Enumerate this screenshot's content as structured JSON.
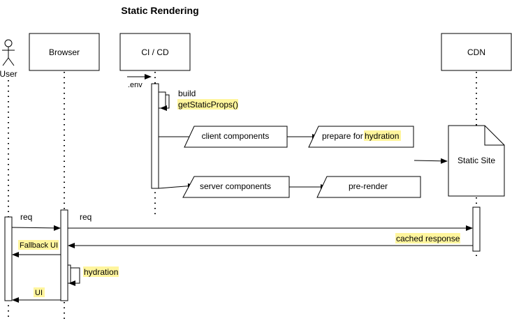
{
  "title": "Static Rendering",
  "participants": {
    "user": "User",
    "browser": "Browser",
    "cicd": "CI / CD",
    "cdn": "CDN"
  },
  "messages": {
    "env": ".env",
    "build": "build",
    "get_static_props": "getStaticProps",
    "get_static_props_suffix": "()",
    "client_components": "client components",
    "prepare_for": "prepare for ",
    "hydration_word": "hydration",
    "server_components": "server components",
    "pre_render": "pre-render",
    "static_site": "Static Site",
    "req_user": "req",
    "req_browser": "req",
    "cached_response": "cached response",
    "fallback_ui": "Fallback UI",
    "hydration": "hydration",
    "ui": "UI"
  },
  "colors": {
    "highlight": "#fff59d",
    "stroke": "#000000"
  }
}
